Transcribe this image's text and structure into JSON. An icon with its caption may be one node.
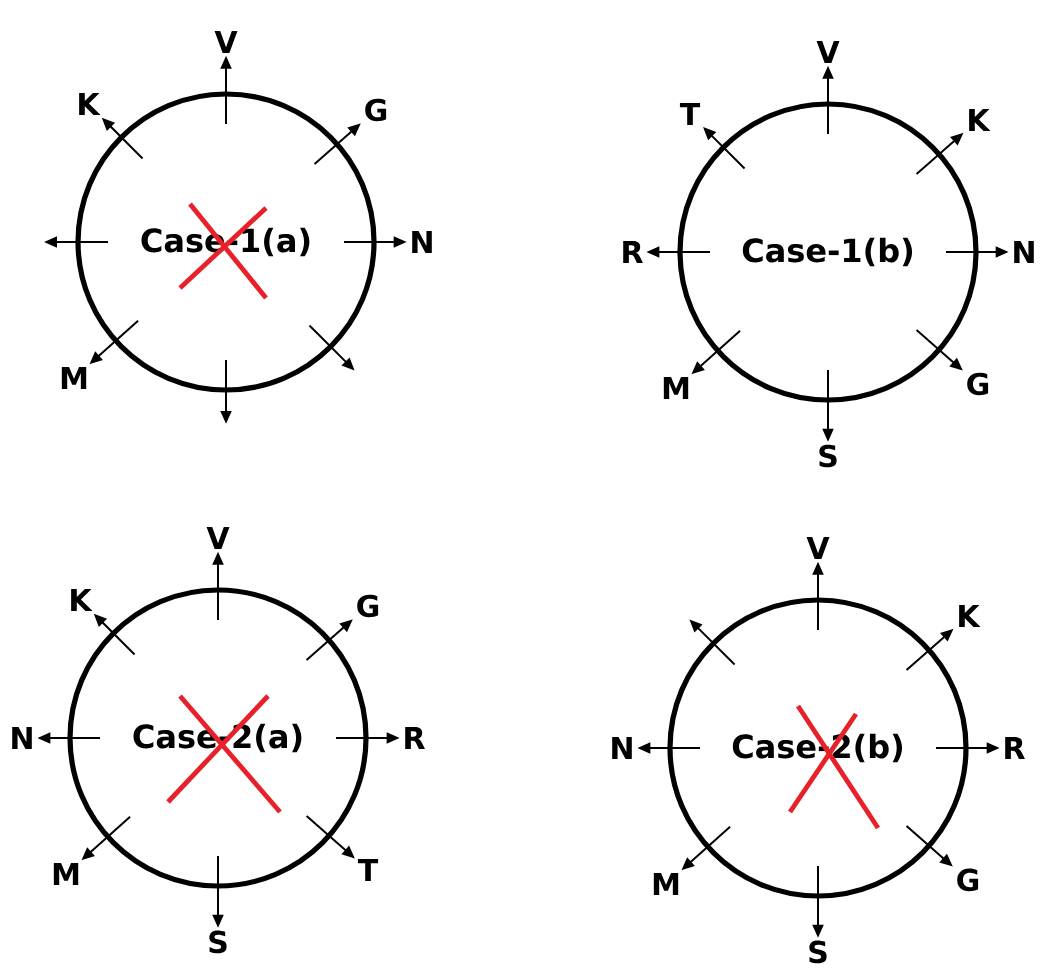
{
  "diagram": {
    "nodes": [
      {
        "text": [
          "Case-1(a)"
        ]
      },
      {
        "text": [
          "V"
        ]
      },
      {
        "text": [
          "K"
        ]
      },
      {
        "text": [
          "G"
        ]
      },
      {
        "text": [
          "N"
        ]
      },
      {
        "text": [
          "M"
        ]
      },
      {
        "text": [
          "Case-1(b)"
        ]
      },
      {
        "text": [
          "V"
        ]
      },
      {
        "text": [
          "T"
        ]
      },
      {
        "text": [
          "K"
        ]
      },
      {
        "text": [
          "R"
        ]
      },
      {
        "text": [
          "N"
        ]
      },
      {
        "text": [
          "M"
        ]
      },
      {
        "text": [
          "G"
        ]
      },
      {
        "text": [
          "S"
        ]
      },
      {
        "text": [
          "Case-2(a)"
        ]
      },
      {
        "text": [
          "V"
        ]
      },
      {
        "text": [
          "K"
        ]
      },
      {
        "text": [
          "G"
        ]
      },
      {
        "text": [
          "N"
        ]
      },
      {
        "text": [
          "R"
        ]
      },
      {
        "text": [
          "M"
        ]
      },
      {
        "text": [
          "T"
        ]
      },
      {
        "text": [
          "S"
        ]
      },
      {
        "text": [
          "Case-2(b)"
        ]
      },
      {
        "text": [
          "V"
        ]
      },
      {
        "text": [
          "K"
        ]
      },
      {
        "text": [
          "N"
        ]
      },
      {
        "text": [
          "R"
        ]
      },
      {
        "text": [
          "M"
        ]
      },
      {
        "text": [
          "G"
        ]
      },
      {
        "text": [
          "S"
        ]
      }
    ],
    "edges": [
      {
        "from": 0,
        "to": 1,
        "arrow": "to"
      },
      {
        "from": 0,
        "to": 3,
        "arrow": "to"
      },
      {
        "from": 0,
        "to": 4,
        "arrow": "to"
      },
      {
        "from": 0,
        "to": null,
        "arrow": "to"
      },
      {
        "from": 0,
        "to": null,
        "arrow": "to"
      },
      {
        "from": 0,
        "to": 5,
        "arrow": "to"
      },
      {
        "from": 0,
        "to": null,
        "arrow": "to"
      },
      {
        "from": 0,
        "to": 2,
        "arrow": "to"
      },
      {
        "from": 6,
        "to": 7,
        "arrow": "to"
      },
      {
        "from": 6,
        "to": 9,
        "arrow": "to"
      },
      {
        "from": 6,
        "to": 11,
        "arrow": "to"
      },
      {
        "from": 6,
        "to": 13,
        "arrow": "to"
      },
      {
        "from": 6,
        "to": 14,
        "arrow": "to"
      },
      {
        "from": 6,
        "to": 12,
        "arrow": "to"
      },
      {
        "from": 6,
        "to": 10,
        "arrow": "to"
      },
      {
        "from": 6,
        "to": 8,
        "arrow": "to"
      },
      {
        "from": 15,
        "to": 16,
        "arrow": "to"
      },
      {
        "from": 15,
        "to": 18,
        "arrow": "to"
      },
      {
        "from": 15,
        "to": 20,
        "arrow": "to"
      },
      {
        "from": 15,
        "to": 22,
        "arrow": "to"
      },
      {
        "from": 15,
        "to": 23,
        "arrow": "to"
      },
      {
        "from": 15,
        "to": 21,
        "arrow": "to"
      },
      {
        "from": 15,
        "to": 19,
        "arrow": "to"
      },
      {
        "from": 15,
        "to": 17,
        "arrow": "to"
      },
      {
        "from": 24,
        "to": 25,
        "arrow": "to"
      },
      {
        "from": 24,
        "to": 26,
        "arrow": "to"
      },
      {
        "from": 24,
        "to": 28,
        "arrow": "to"
      },
      {
        "from": 24,
        "to": 30,
        "arrow": "to"
      },
      {
        "from": 24,
        "to": 31,
        "arrow": "to"
      },
      {
        "from": 24,
        "to": 29,
        "arrow": "to"
      },
      {
        "from": 24,
        "to": 27,
        "arrow": "to"
      },
      {
        "from": 24,
        "to": null,
        "arrow": "to"
      }
    ]
  }
}
